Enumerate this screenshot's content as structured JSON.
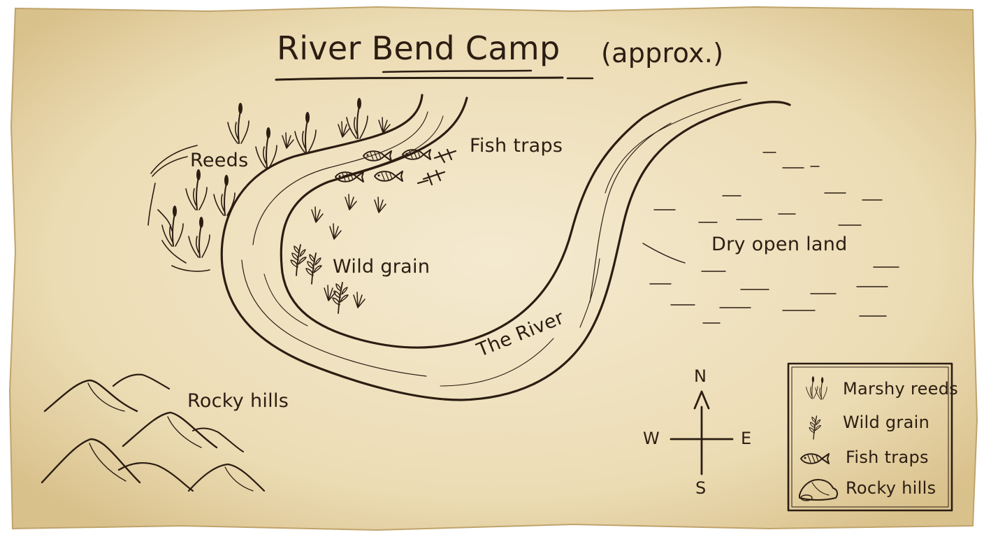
{
  "map": {
    "title": "River Bend Camp",
    "subtitle": "(approx.)",
    "labels": {
      "reeds": "Reeds",
      "fish_traps": "Fish traps",
      "wild_grain": "Wild grain",
      "dry_open_land": "Dry open land",
      "the_river": "The River",
      "rocky_hills": "Rocky hills"
    },
    "compass": {
      "north": "N",
      "south": "S",
      "west": "W",
      "east": "E"
    },
    "legend": {
      "items": [
        {
          "label": "Marshy reeds",
          "icon": "reeds-icon"
        },
        {
          "label": "Wild grain",
          "icon": "grain-icon"
        },
        {
          "label": "Fish traps",
          "icon": "fish-icon"
        },
        {
          "label": "Rocky hills",
          "icon": "rocks-icon"
        }
      ]
    },
    "colors": {
      "parchment": "#efe2c0",
      "ink": "#2b1d12",
      "edge": "#d9c18c"
    }
  }
}
